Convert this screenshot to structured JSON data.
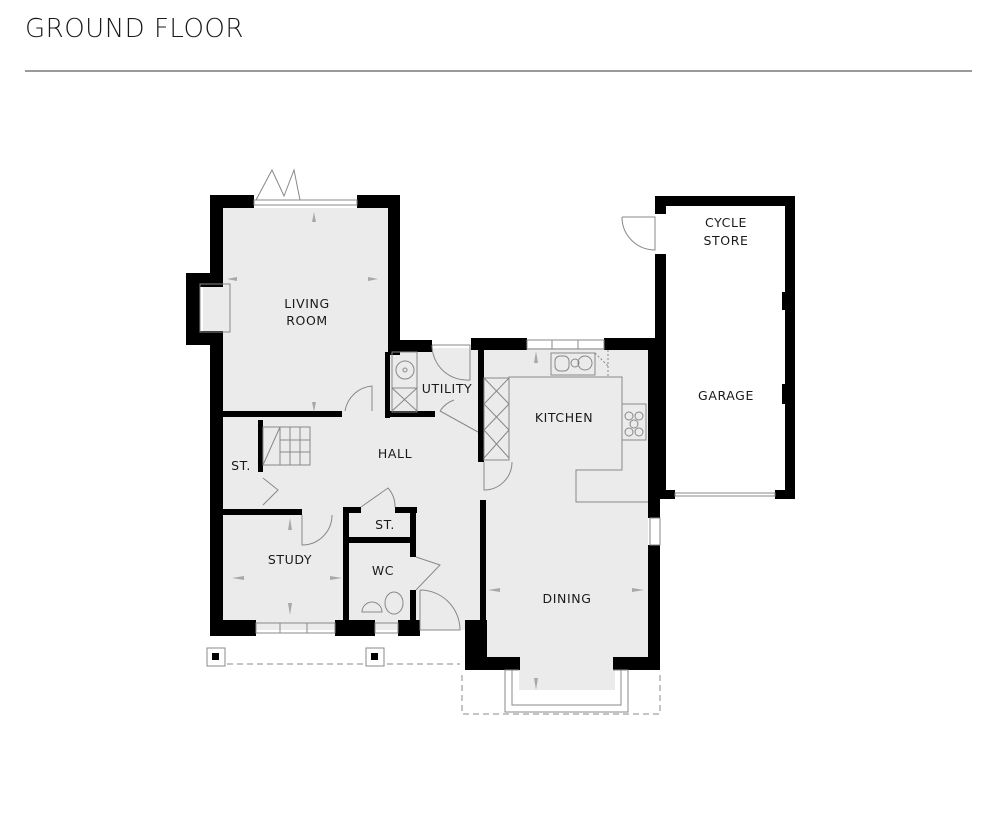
{
  "header": {
    "title": "GROUND FLOOR"
  },
  "colors": {
    "floor": "#ebebeb",
    "wall": "#000000",
    "line": "#888888",
    "arrow": "#a8a8a8",
    "rule": "#9a9a9a"
  },
  "rooms": {
    "living": {
      "line1": "LIVING",
      "line2": "ROOM"
    },
    "utility": "UTILITY",
    "kitchen": "KITCHEN",
    "hall": "HALL",
    "store_hall": "ST.",
    "store_wc": "ST.",
    "study": "STUDY",
    "wc": "WC",
    "dining": "DINING",
    "cycle": {
      "line1": "CYCLE",
      "line2": "STORE"
    },
    "garage": "GARAGE"
  }
}
